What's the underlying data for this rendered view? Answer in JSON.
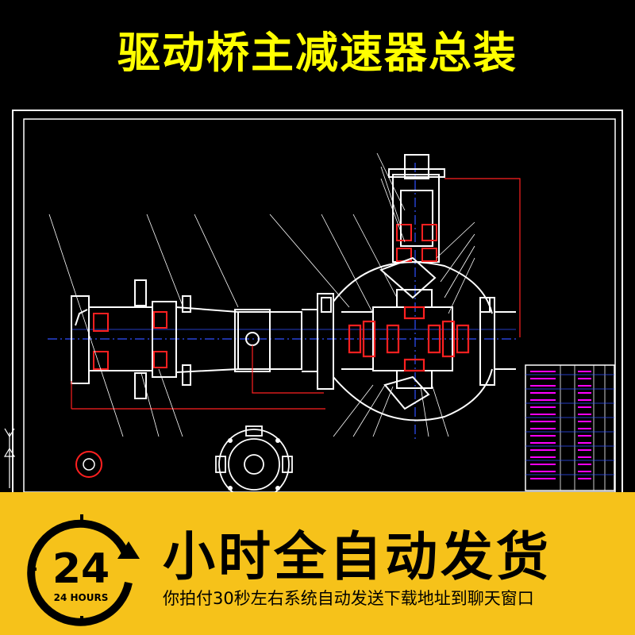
{
  "title": "驱动桥主减速器总装",
  "banner": {
    "badge_number": "24",
    "badge_caption": "24 HOURS",
    "headline": "小时全自动发货",
    "subline": "你拍付30秒左右系统自动发送下载地址到聊天窗口"
  },
  "colors": {
    "title": "#ffff00",
    "banner_bg": "#f6c21a",
    "drawing_bg": "#000000",
    "line_white": "#ffffff",
    "line_red": "#ff2020",
    "line_blue": "#3050ff",
    "table_magenta": "#ff00ff"
  }
}
